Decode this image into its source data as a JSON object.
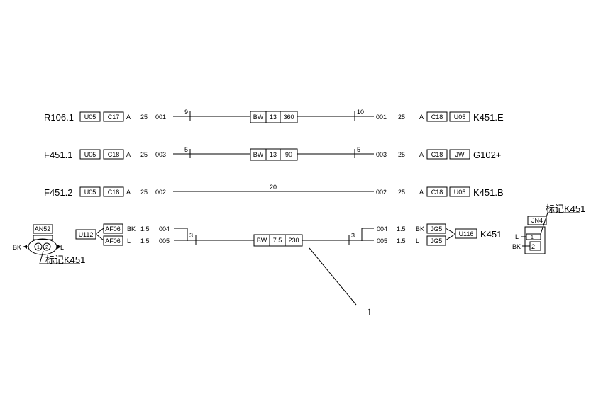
{
  "rows": [
    {
      "left_name": "R106.1",
      "left_tags": [
        "U05",
        "C17"
      ],
      "left_a": "A",
      "left_size": "25",
      "left_num": "001",
      "left_pin": "9",
      "mid": [
        "BW",
        "13",
        "360"
      ],
      "right_pin": "10",
      "right_num": "001",
      "right_size": "25",
      "right_a": "A",
      "right_tags": [
        "C18",
        "U05"
      ],
      "right_name": "K451.E"
    },
    {
      "left_name": "F451.1",
      "left_tags": [
        "U05",
        "C18"
      ],
      "left_a": "A",
      "left_size": "25",
      "left_num": "003",
      "left_pin": "5",
      "mid": [
        "BW",
        "13",
        "90"
      ],
      "right_pin": "5",
      "right_num": "003",
      "right_size": "25",
      "right_a": "A",
      "right_tags": [
        "C18",
        "JW"
      ],
      "right_name": "G102+"
    },
    {
      "left_name": "F451.2",
      "left_tags": [
        "U05",
        "C18"
      ],
      "left_a": "A",
      "left_size": "25",
      "left_num": "002",
      "center_label": "20",
      "right_num": "002",
      "right_size": "25",
      "right_a": "A",
      "right_tags": [
        "C18",
        "U05"
      ],
      "right_name": "K451.B"
    }
  ],
  "row4": {
    "left_conn": "U112",
    "left_wires": [
      {
        "tag": "AF06",
        "color": "BK",
        "size": "1.5",
        "num": "004"
      },
      {
        "tag": "AF06",
        "color": "L",
        "size": "1.5",
        "num": "005"
      }
    ],
    "left_pin": "3",
    "mid": [
      "BW",
      "7.5",
      "230"
    ],
    "right_pin": "3",
    "right_wires": [
      {
        "num": "004",
        "size": "1.5",
        "color": "BK",
        "tag": "JG5"
      },
      {
        "num": "005",
        "size": "1.5",
        "color": "L",
        "tag": "JG5"
      }
    ],
    "right_conn": "U116",
    "right_name": "K451"
  },
  "left_part": {
    "tag": "AN52",
    "bk": "BK",
    "l": "L",
    "pin1": "1",
    "pin2": "2",
    "label": "标记K451"
  },
  "right_part": {
    "tag": "JN4",
    "label": "标记K451",
    "l": "L",
    "bk": "BK",
    "pin1": "1",
    "pin2": "2"
  },
  "callout": "1"
}
